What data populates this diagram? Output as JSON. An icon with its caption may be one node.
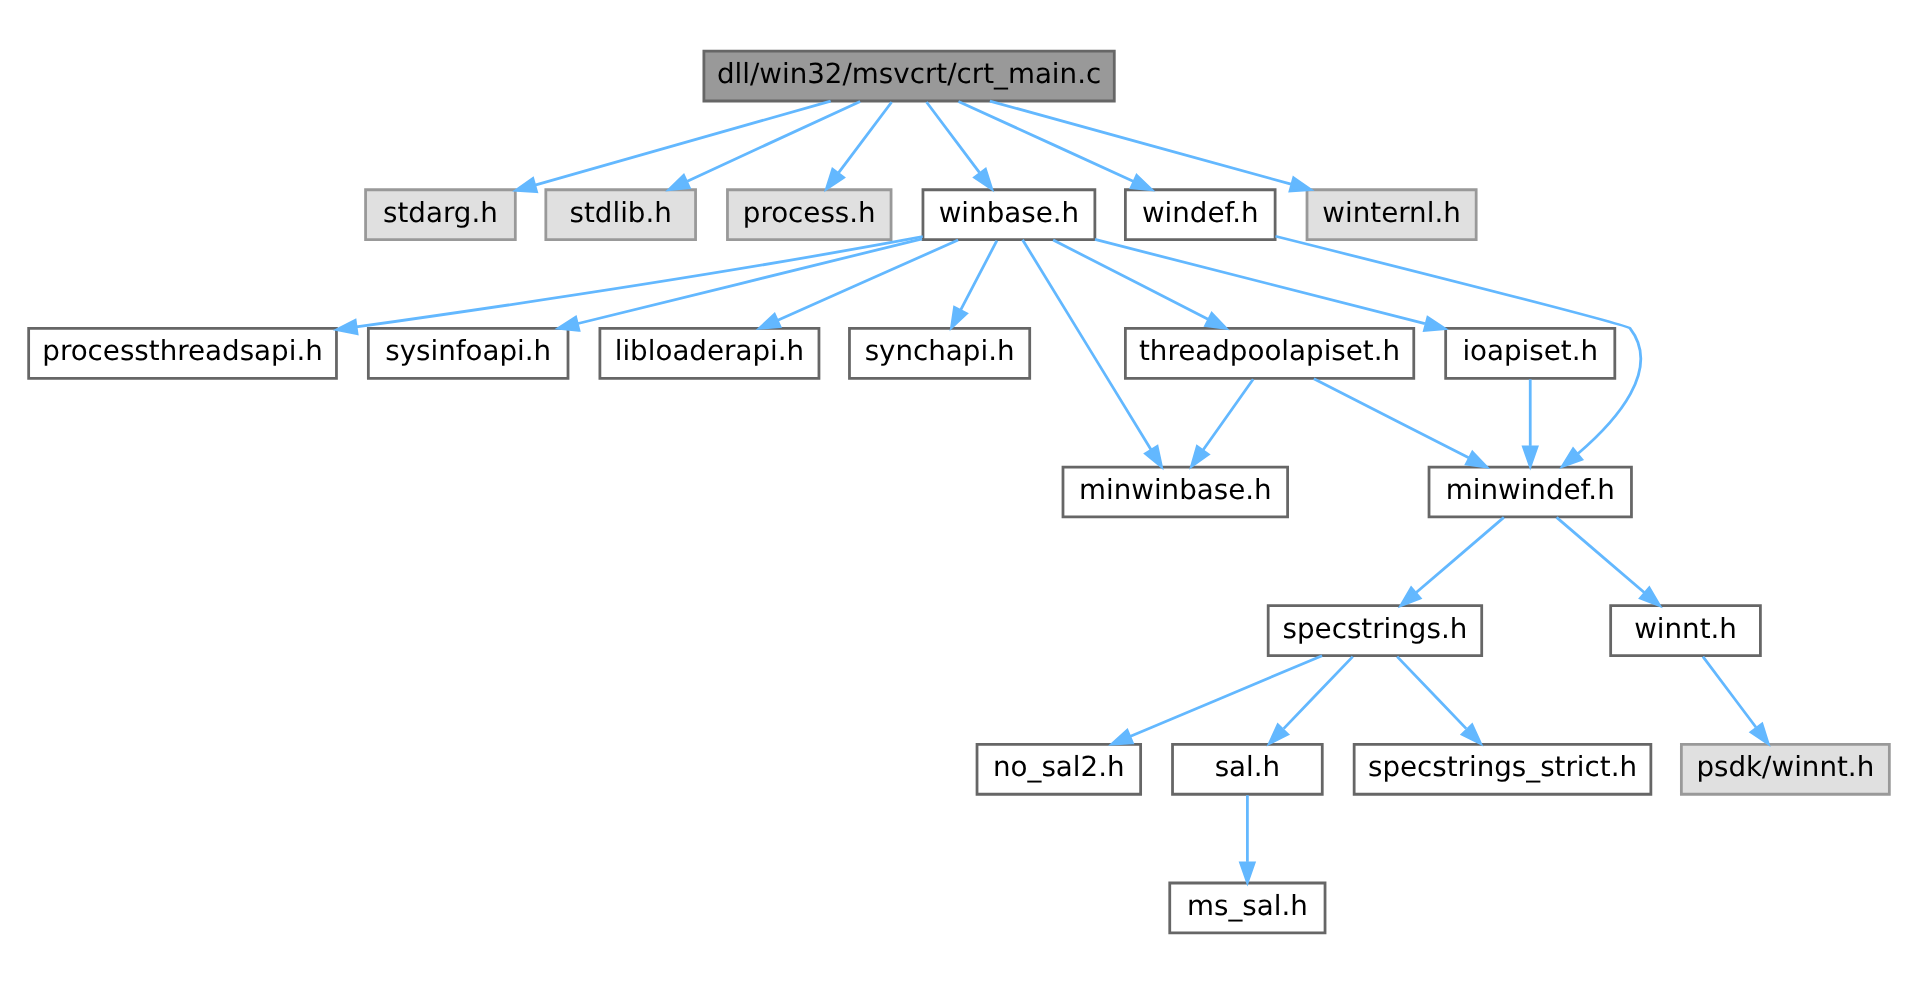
{
  "diagram": {
    "nodes": [
      {
        "text": [
          "dll/win32/msvcrt/crt_main.c"
        ]
      },
      {
        "text": [
          "stdarg.h"
        ]
      },
      {
        "text": [
          "stdlib.h"
        ]
      },
      {
        "text": [
          "process.h"
        ]
      },
      {
        "text": [
          "winbase.h"
        ]
      },
      {
        "text": [
          "windef.h"
        ]
      },
      {
        "text": [
          "winternl.h"
        ]
      },
      {
        "text": [
          "threadpoolapiset.h"
        ]
      },
      {
        "text": [
          "processthreadsapi.h"
        ]
      },
      {
        "text": [
          "sysinfoapi.h"
        ]
      },
      {
        "text": [
          "libloaderapi.h"
        ]
      },
      {
        "text": [
          "synchapi.h"
        ]
      },
      {
        "text": [
          "ioapiset.h"
        ]
      },
      {
        "text": [
          "minwinbase.h"
        ]
      },
      {
        "text": [
          "minwindef.h"
        ]
      },
      {
        "text": [
          "specstrings.h"
        ]
      },
      {
        "text": [
          "winnt.h"
        ]
      },
      {
        "text": [
          "specstrings_strict.h"
        ]
      },
      {
        "text": [
          "no_sal2.h"
        ]
      },
      {
        "text": [
          "sal.h"
        ]
      },
      {
        "text": [
          "psdk/winnt.h"
        ]
      },
      {
        "text": [
          "ms_sal.h"
        ]
      }
    ],
    "edges": [
      {
        "from": 0,
        "to": 1,
        "arrow": "to"
      },
      {
        "from": 0,
        "to": 2,
        "arrow": "to"
      },
      {
        "from": 0,
        "to": 3,
        "arrow": "to"
      },
      {
        "from": 0,
        "to": 4,
        "arrow": "to"
      },
      {
        "from": 0,
        "to": 5,
        "arrow": "to"
      },
      {
        "from": 0,
        "to": 6,
        "arrow": "to"
      },
      {
        "from": 4,
        "to": 13,
        "arrow": "to"
      },
      {
        "from": 4,
        "to": 7,
        "arrow": "to"
      },
      {
        "from": 4,
        "to": 8,
        "arrow": "to"
      },
      {
        "from": 4,
        "to": 9,
        "arrow": "to"
      },
      {
        "from": 4,
        "to": 10,
        "arrow": "to"
      },
      {
        "from": 4,
        "to": 11,
        "arrow": "to"
      },
      {
        "from": 4,
        "to": 12,
        "arrow": "to"
      },
      {
        "from": 5,
        "to": 14,
        "arrow": "to"
      },
      {
        "from": 7,
        "to": 13,
        "arrow": "to"
      },
      {
        "from": 7,
        "to": 14,
        "arrow": "to"
      },
      {
        "from": 12,
        "to": 14,
        "arrow": "to"
      },
      {
        "from": 14,
        "to": 15,
        "arrow": "to"
      },
      {
        "from": 14,
        "to": 16,
        "arrow": "to"
      },
      {
        "from": 15,
        "to": 17,
        "arrow": "to"
      },
      {
        "from": 15,
        "to": 18,
        "arrow": "to"
      },
      {
        "from": 15,
        "to": 19,
        "arrow": "to"
      },
      {
        "from": 16,
        "to": 20,
        "arrow": "to"
      },
      {
        "from": 19,
        "to": 21,
        "arrow": "to"
      }
    ]
  }
}
